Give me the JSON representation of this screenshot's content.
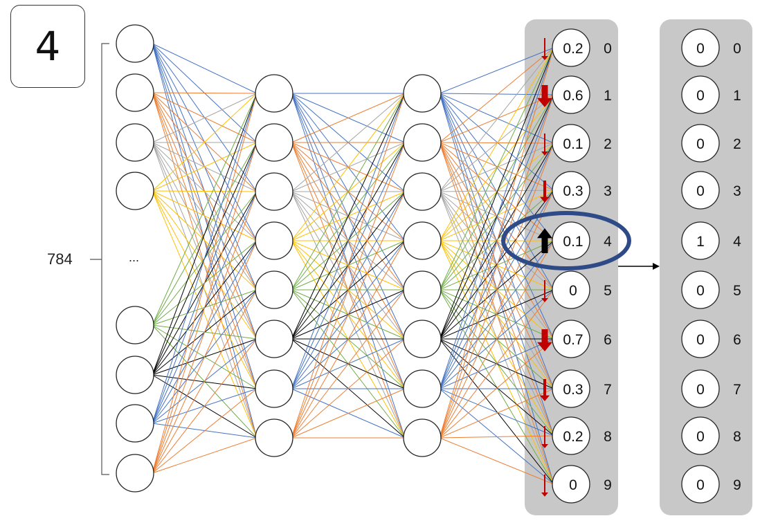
{
  "input_digit": "4",
  "input_count_label": "784",
  "ellipsis": "...",
  "output_labels": [
    "0",
    "1",
    "2",
    "3",
    "4",
    "5",
    "6",
    "7",
    "8",
    "9"
  ],
  "output_values": [
    "0.2",
    "0.6",
    "0.1",
    "0.3",
    "0.1",
    "0",
    "0.7",
    "0.3",
    "0.2",
    "0"
  ],
  "target_values": [
    "0",
    "0",
    "0",
    "0",
    "1",
    "0",
    "0",
    "0",
    "0",
    "0"
  ],
  "adjustments": [
    {
      "direction": "down",
      "strength": "small"
    },
    {
      "direction": "down",
      "strength": "large"
    },
    {
      "direction": "down",
      "strength": "small"
    },
    {
      "direction": "down",
      "strength": "medium"
    },
    {
      "direction": "up",
      "strength": "large"
    },
    {
      "direction": "down",
      "strength": "small"
    },
    {
      "direction": "down",
      "strength": "large"
    },
    {
      "direction": "down",
      "strength": "medium"
    },
    {
      "direction": "down",
      "strength": "small"
    },
    {
      "direction": "down",
      "strength": "small"
    }
  ],
  "highlighted_output": 4,
  "colors": {
    "panel": "#c8c8c8",
    "down_arrow": "#c00000",
    "up_arrow": "#000000",
    "highlight_ring": "#2e4a87",
    "edge_palette": [
      "#4472c4",
      "#ed7d31",
      "#a5a5a5",
      "#ffc000",
      "#70ad47",
      "#000000"
    ]
  }
}
